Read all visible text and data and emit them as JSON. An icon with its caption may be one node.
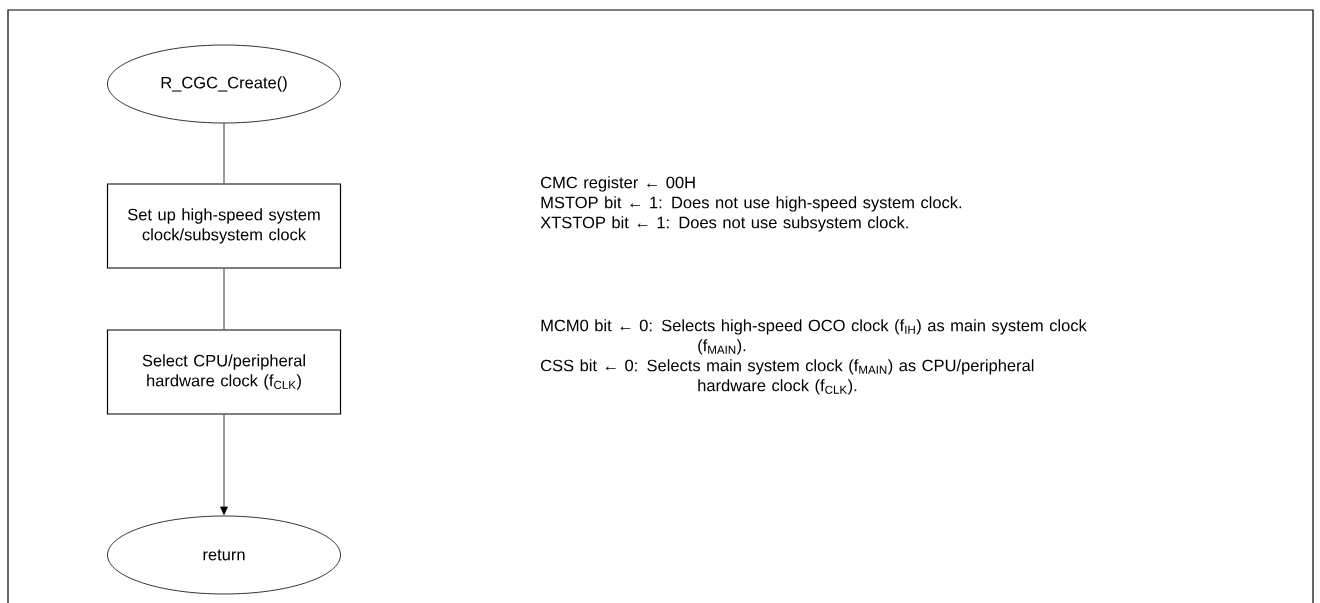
{
  "diagram": {
    "nodes": [
      {
        "text": [
          "R_CGC_Create()"
        ]
      },
      {
        "text": [
          "Set up high-speed system clock/subsystem clock"
        ],
        "beside": [
          "CMC register ← 00H",
          "MSTOP bit ← 1: Does not use high-speed system clock.",
          "XTSTOP bit ← 1: Does not use subsystem clock."
        ]
      },
      {
        "text": [
          "Select CPU/peripheral hardware clock (f$_{CLK}$)"
        ],
        "beside": [
          "MCM0 bit ← 0: Selects high-speed OCO clock (f$_{IH}$) as main system clock (f$_{MAIN}$).",
          "CSS bit ← 0: Selects main system clock (f$_{MAIN}$) as CPU/peripheral hardware clock (f$_{CLK}$)."
        ]
      },
      {
        "text": [
          "return"
        ]
      }
    ],
    "edges": [
      {
        "from": 0,
        "to": 1,
        "arrow": "none"
      },
      {
        "from": 1,
        "to": 2,
        "arrow": "none"
      },
      {
        "from": 2,
        "to": 3,
        "arrow": "to"
      }
    ]
  }
}
